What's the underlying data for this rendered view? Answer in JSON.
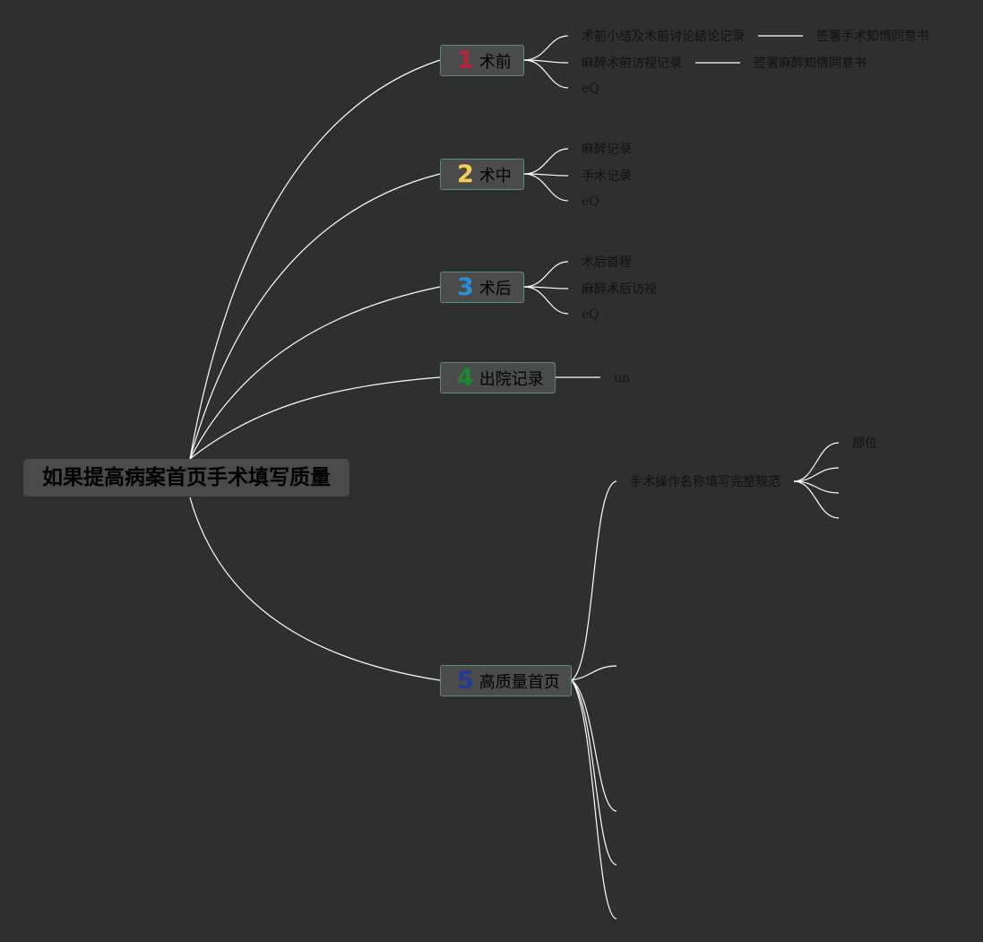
{
  "root": {
    "label": "如果提高病案首页手术填写质量"
  },
  "colors": {
    "background": "#2f2f2f",
    "line": "#ffffff",
    "topic_border": "#5b8c7d",
    "topic_fill": "#4b4b4b",
    "n1": "#b3263a",
    "n2": "#f3cf55",
    "n3": "#2b8fd6",
    "n4": "#1e8a2e",
    "n5": "#223a9a"
  },
  "topics": [
    {
      "number": "1",
      "label": "术前",
      "children": [
        {
          "label": "术前小结及术前讨论结论记录",
          "child": "签署手术知情同意书"
        },
        {
          "label": "麻醉术前访视记录",
          "child": "签署麻醉知情同意书"
        },
        {
          "label": "eQ"
        }
      ]
    },
    {
      "number": "2",
      "label": "术中",
      "children": [
        {
          "label": "麻醉记录"
        },
        {
          "label": "手术记录"
        },
        {
          "label": "eQ"
        }
      ]
    },
    {
      "number": "3",
      "label": "术后",
      "children": [
        {
          "label": "术后首程"
        },
        {
          "label": "麻醉术后访视"
        },
        {
          "label": "eQ"
        }
      ]
    },
    {
      "number": "4",
      "label": "出院记录",
      "children": [
        {
          "label": "un"
        }
      ]
    },
    {
      "number": "5",
      "label": "高质量首页",
      "children": [
        {
          "label": "手术操作名称填写完整规范",
          "children": [
            {
              "label": "部位"
            },
            {
              "label": ""
            },
            {
              "label": ""
            },
            {
              "label": ""
            }
          ]
        },
        {
          "label": ""
        },
        {
          "label": ""
        },
        {
          "label": ""
        },
        {
          "label": ""
        }
      ]
    }
  ]
}
